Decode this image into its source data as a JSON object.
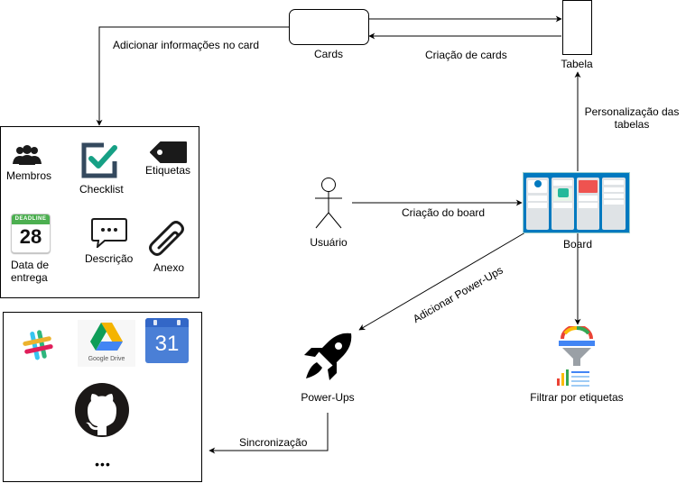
{
  "nodes": {
    "cards": "Cards",
    "tabela": "Tabela",
    "usuario": "Usuário",
    "board": "Board",
    "power_ups": "Power-Ups",
    "filtrar": "Filtrar por etiquetas"
  },
  "edges": {
    "adicionar_info": "Adicionar informações no card",
    "criacao_cards": "Criação de cards",
    "personalizacao": "Personalização das tabelas",
    "criacao_board": "Criação do board",
    "adicionar_power_ups": "Adicionar Power-Ups",
    "sincronizacao": "Sincronização"
  },
  "card_features": {
    "membros": "Membros",
    "checklist": "Checklist",
    "etiquetas": "Etiquetas",
    "data_entrega": "Data de entrega",
    "descricao": "Descrição",
    "anexo": "Anexo",
    "calendar_badge": "DEADLINE",
    "calendar_day": "28"
  },
  "integrations": {
    "google_drive": "Google Drive",
    "google_calendar_day": "31",
    "more": "•••"
  },
  "colors": {
    "checklist": "#34495e",
    "checklist_tick": "#16a085",
    "drive_green": "#0f9d58",
    "drive_yellow": "#f4b400",
    "drive_blue": "#4285f4",
    "calendar_blue": "#4a7fd6",
    "slack_blue": "#36c5f0",
    "slack_green": "#2eb67d",
    "slack_yellow": "#ecb22e",
    "slack_red": "#e01e5a"
  },
  "icons": [
    "members-icon",
    "checklist-icon",
    "tag-icon",
    "calendar-icon",
    "speech-bubble-icon",
    "paperclip-icon",
    "slack-icon",
    "google-drive-icon",
    "google-calendar-icon",
    "github-icon",
    "rocket-icon",
    "filter-funnel-icon",
    "person-icon",
    "board-screenshot-icon"
  ]
}
